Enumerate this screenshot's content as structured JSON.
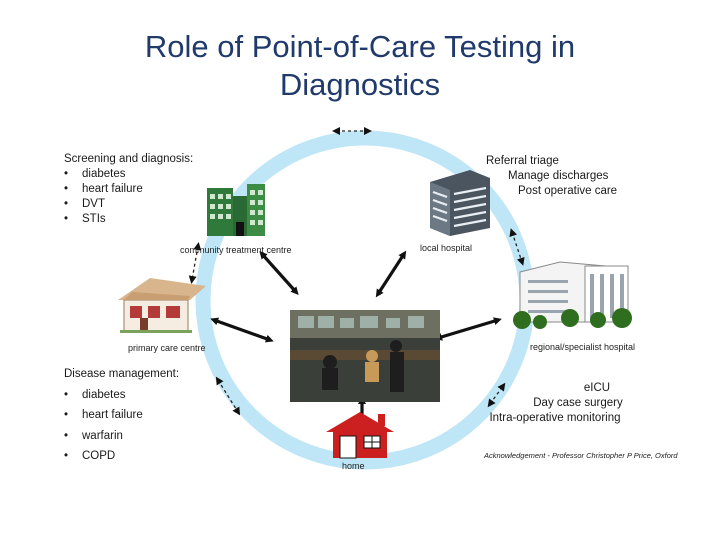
{
  "title": {
    "line1": "Role of Point-of-Care Testing in",
    "line2": "Diagnostics"
  },
  "screening": {
    "heading": "Screening and diagnosis:",
    "items": [
      "diabetes",
      "heart failure",
      "DVT",
      "STIs"
    ]
  },
  "referral": {
    "lines": [
      "Referral triage",
      "Manage discharges",
      "Post operative care"
    ]
  },
  "disease": {
    "heading": "Disease management:",
    "items": [
      "diabetes",
      "heart failure",
      "warfarin",
      "COPD"
    ]
  },
  "icu": {
    "lines": [
      "eICU",
      "Day case surgery",
      "Intra-operative monitoring"
    ]
  },
  "labels": {
    "community": "community treatment centre",
    "local_hospital": "local hospital",
    "primary_care": "primary care centre",
    "regional": "regional/specialist hospital",
    "home": "home"
  },
  "acknowledgement": "Acknowledgement - Professor Christopher P Price, Oxford",
  "colors": {
    "ring": "#bfe6f7",
    "title": "#1f3a6b",
    "arrow": "#111111",
    "house": "#cc1f1f"
  },
  "icons": [
    "community-building-icon",
    "local-hospital-icon",
    "primary-care-house-icon",
    "regional-hospital-icon",
    "control-room-photo",
    "home-icon"
  ]
}
